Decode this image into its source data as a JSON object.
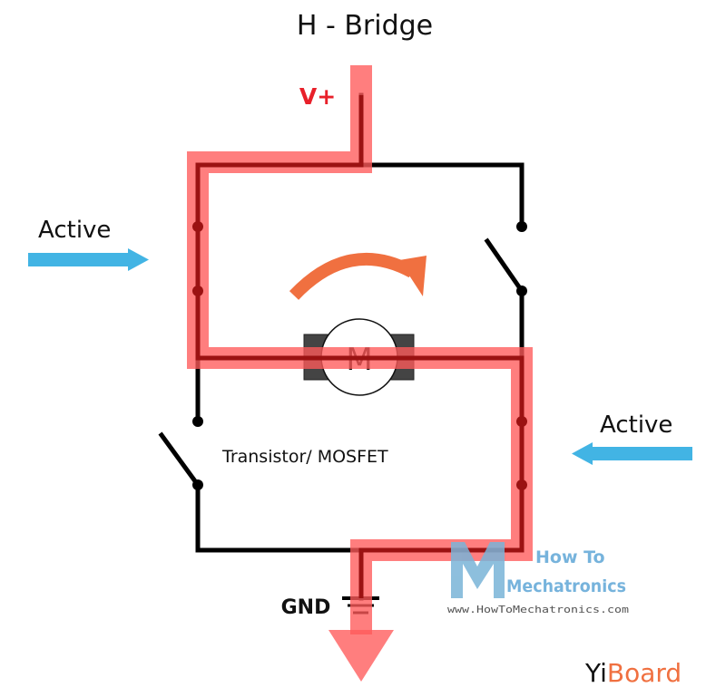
{
  "diagram": {
    "title": "H - Bridge",
    "supply_label": "V+",
    "ground_label": "GND",
    "motor_label": "M",
    "switch_label": "Transistor/ MOSFET",
    "left_indicator": {
      "label": "Active",
      "direction": "right"
    },
    "right_indicator": {
      "label": "Active",
      "direction": "left"
    },
    "current_path": "V+ → top-left switch → motor (left to right) → bottom-right switch → GND",
    "rotation_direction": "clockwise",
    "switches": [
      {
        "position": "top-left",
        "state": "closed"
      },
      {
        "position": "top-right",
        "state": "open"
      },
      {
        "position": "bottom-left",
        "state": "open"
      },
      {
        "position": "bottom-right",
        "state": "closed"
      }
    ]
  },
  "colors": {
    "current_highlight": "#ff5a5a",
    "active_arrow": "#42b4e4",
    "rotation_arrow": "#f07040",
    "wire": "#000000",
    "supply_label": "#e8202a"
  },
  "watermarks": {
    "htm_line1": "How To",
    "htm_line2": "Mechatronics",
    "htm_url": "www.HowToMechatronics.com",
    "brand_prefix": "Yi",
    "brand_suffix": "Board"
  }
}
